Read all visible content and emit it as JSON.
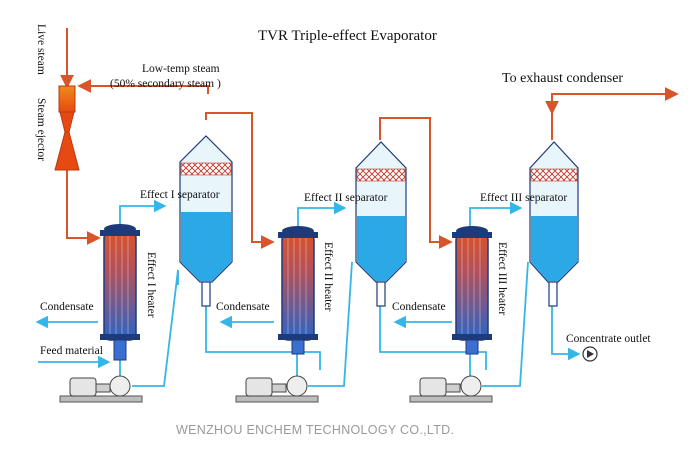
{
  "title": "TVR Triple-effect Evaporator",
  "labels": {
    "live_steam": "Live steam",
    "steam_ejector": "Steam ejector",
    "low_temp_steam_1": "Low-temp steam",
    "low_temp_steam_2": "(50% secondary steam )",
    "exhaust": "To exhaust condenser",
    "sep1": "Effect I separator",
    "sep2": "Effect II separator",
    "sep3": "Effect III separator",
    "heater1": "Effect I heater",
    "heater2": "Effect II heater",
    "heater3": "Effect III heater",
    "condensate1": "Condensate",
    "condensate2": "Condensate",
    "condensate3": "Condensate",
    "feed": "Feed material",
    "concentrate": "Concentrate outlet"
  },
  "watermark": "WENZHOU ENCHEM TECHNOLOGY CO.,LTD.",
  "colors": {
    "steam": "#d9532b",
    "liquid": "#34b6e8",
    "liquid_fill": "#2aa9e6",
    "shell": "#dff3fb",
    "heater_top": "#d9532b",
    "heater_bottom": "#2a64c6",
    "dark": "#1d3b7a"
  }
}
